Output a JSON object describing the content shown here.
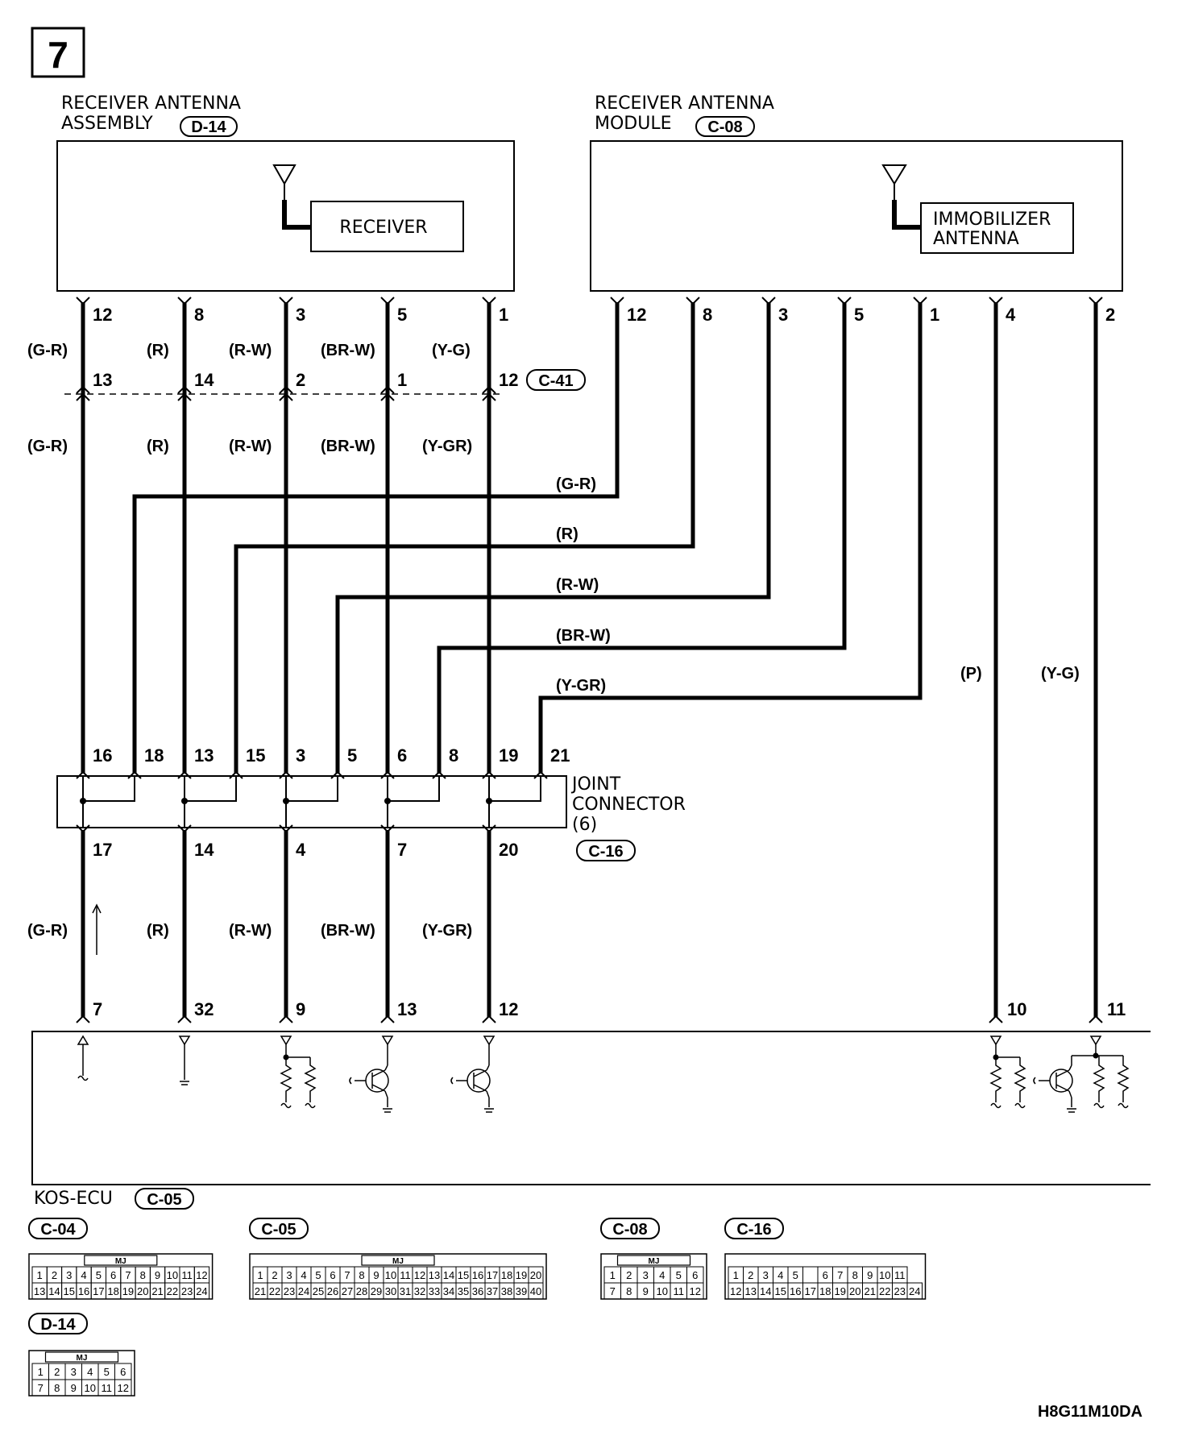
{
  "page_number": "7",
  "diagram_code": "H8G11M10DA",
  "components": {
    "receiver_assembly": {
      "title_line1": "RECEIVER ANTENNA",
      "title_line2": "ASSEMBLY",
      "connector": "D-14",
      "inner_label": "RECEIVER",
      "pins": [
        "12",
        "8",
        "3",
        "5",
        "1"
      ]
    },
    "receiver_module": {
      "title_line1": "RECEIVER ANTENNA",
      "title_line2": "MODULE",
      "connector": "C-08",
      "inner_label_line1": "IMMOBILIZER",
      "inner_label_line2": "ANTENNA",
      "pins": [
        "12",
        "8",
        "3",
        "5",
        "1",
        "4",
        "2"
      ]
    },
    "c41": {
      "connector": "C-41",
      "pins": [
        "13",
        "14",
        "2",
        "1",
        "12"
      ]
    },
    "joint_connector": {
      "title_line1": "JOINT",
      "title_line2": "CONNECTOR",
      "title_line3": "(6)",
      "connector": "C-16",
      "top_pins": [
        "16",
        "18",
        "13",
        "15",
        "3",
        "5",
        "6",
        "8",
        "19",
        "21"
      ],
      "bottom_pins": [
        "17",
        "14",
        "4",
        "7",
        "20"
      ]
    },
    "kos_ecu": {
      "title": "KOS-ECU",
      "connector": "C-05",
      "pins": [
        "7",
        "32",
        "9",
        "13",
        "12",
        "10",
        "11"
      ]
    }
  },
  "wire_colors": {
    "row1": [
      "(G-R)",
      "(R)",
      "(R-W)",
      "(BR-W)",
      "(Y-G)"
    ],
    "row2": [
      "(G-R)",
      "(R)",
      "(R-W)",
      "(BR-W)",
      "(Y-GR)"
    ],
    "module_wires": [
      "(G-R)",
      "(R)",
      "(R-W)",
      "(BR-W)",
      "(Y-GR)"
    ],
    "right_wires": [
      "(P)",
      "(Y-G)"
    ],
    "row3": [
      "(G-R)",
      "(R)",
      "(R-W)",
      "(BR-W)",
      "(Y-GR)"
    ]
  },
  "connector_views": {
    "c04": {
      "label": "C-04",
      "mj": "MJ",
      "row1": [
        "1",
        "2",
        "3",
        "4",
        "5",
        "6",
        "7",
        "8",
        "9",
        "10",
        "11",
        "12"
      ],
      "row2": [
        "13",
        "14",
        "15",
        "16",
        "17",
        "18",
        "19",
        "20",
        "21",
        "22",
        "23",
        "24"
      ]
    },
    "c05": {
      "label": "C-05",
      "mj": "MJ",
      "row1": [
        "1",
        "2",
        "3",
        "4",
        "5",
        "6",
        "7",
        "8",
        "9",
        "10",
        "11",
        "12",
        "13",
        "14",
        "15",
        "16",
        "17",
        "18",
        "19",
        "20"
      ],
      "row2": [
        "21",
        "22",
        "23",
        "24",
        "25",
        "26",
        "27",
        "28",
        "29",
        "30",
        "31",
        "32",
        "33",
        "34",
        "35",
        "36",
        "37",
        "38",
        "39",
        "40"
      ]
    },
    "c08": {
      "label": "C-08",
      "mj": "MJ",
      "row1": [
        "1",
        "2",
        "3",
        "4",
        "5",
        "6"
      ],
      "row2": [
        "7",
        "8",
        "9",
        "10",
        "11",
        "12"
      ]
    },
    "c16": {
      "label": "C-16",
      "row1": [
        "1",
        "2",
        "3",
        "4",
        "5",
        "",
        "6",
        "7",
        "8",
        "9",
        "10",
        "11"
      ],
      "row2": [
        "12",
        "13",
        "14",
        "15",
        "16",
        "17",
        "18",
        "19",
        "20",
        "21",
        "22",
        "23",
        "24"
      ]
    },
    "d14": {
      "label": "D-14",
      "mj": "MJ",
      "row1": [
        "1",
        "2",
        "3",
        "4",
        "5",
        "6"
      ],
      "row2": [
        "7",
        "8",
        "9",
        "10",
        "11",
        "12"
      ]
    }
  }
}
